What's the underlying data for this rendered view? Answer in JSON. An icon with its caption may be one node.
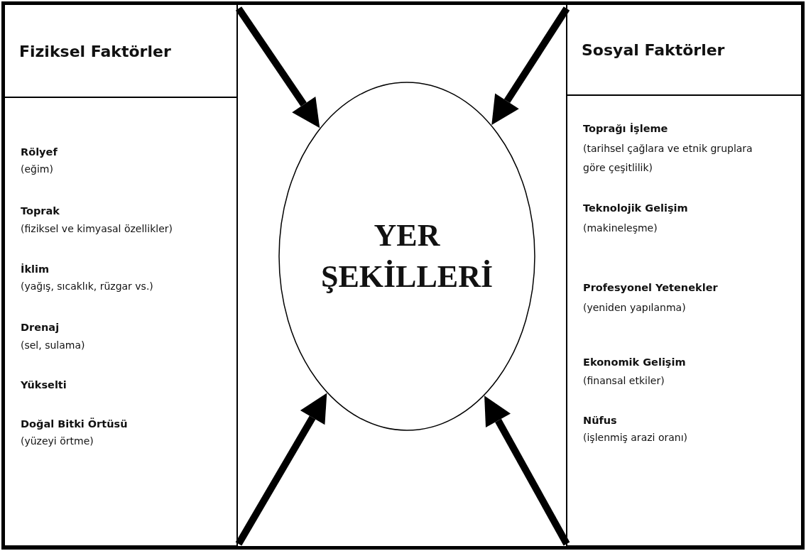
{
  "diagram": {
    "nodes": [
      {
        "text": [
          "Fiziksel Faktörler"
        ]
      },
      {
        "text": [
          "Rölyef",
          "(eğim)",
          "Toprak",
          "(fiziksel ve kimyasal özellikler)",
          "İklim",
          "(yağış, sıcaklık, rüzgar vs.)",
          "Drenaj",
          "(sel, sulama)",
          "Yükselti",
          "Doğal Bitki Örtüsü",
          "(yüzeyi örtme)"
        ]
      },
      {
        "text": [
          "Sosyal Faktörler"
        ]
      },
      {
        "text": [
          "Toprağı İşleme",
          "(tarihsel çağlara ve etnik gruplara göre çeşitlilik)",
          "Teknolojik Gelişim",
          "(makineleşme)",
          "Profesyonel Yetenekler",
          "(yeniden yapılanma)",
          "Ekonomik Gelişim",
          "(finansal etkiler)",
          "Nüfus",
          "(işlenmiş arazi oranı)"
        ]
      },
      {
        "text": [
          "YER ŞEKİLLERİ"
        ]
      }
    ],
    "edges": [
      {
        "from": 0,
        "to": 4,
        "arrow": "to"
      },
      {
        "from": 2,
        "to": 4,
        "arrow": "to"
      },
      {
        "from": 1,
        "to": 4,
        "arrow": "to"
      },
      {
        "from": 3,
        "to": 4,
        "arrow": "to"
      }
    ]
  }
}
